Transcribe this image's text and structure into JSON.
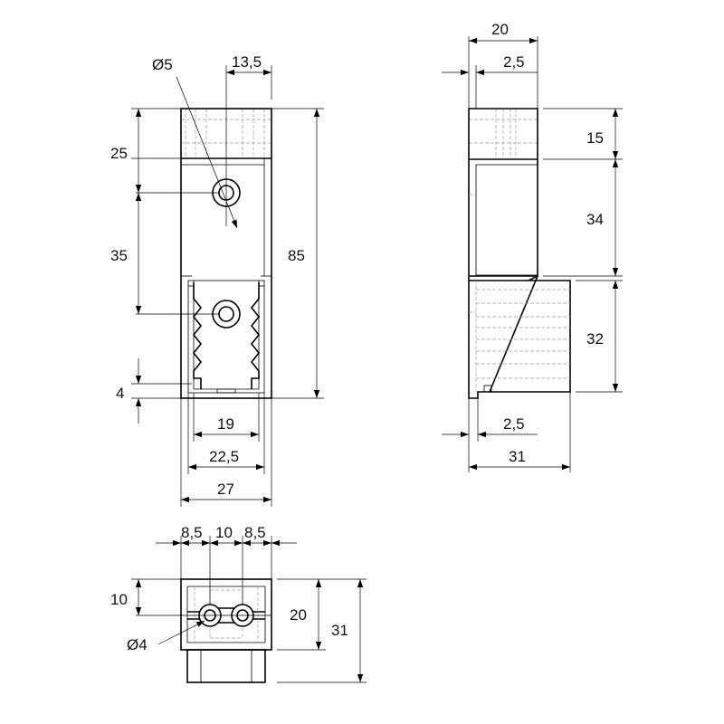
{
  "front_view": {
    "hole_diameter": "Ø5",
    "offset_top_right": "13,5",
    "height_top": "25",
    "height_middle": "35",
    "height_total": "85",
    "height_base": "4",
    "width_inner": "19",
    "width_mid": "22,5",
    "width_outer": "27"
  },
  "side_view": {
    "width_top": "20",
    "wall_top": "2,5",
    "height_top": "15",
    "height_middle": "34",
    "height_bottom": "32",
    "wall_bottom": "2,5",
    "depth_total": "31"
  },
  "bottom_view": {
    "seg_left": "8,5",
    "seg_center": "10",
    "seg_right": "8,5",
    "height_half": "10",
    "hole_diameter": "Ø4",
    "height_mid": "20",
    "height_total": "31"
  }
}
